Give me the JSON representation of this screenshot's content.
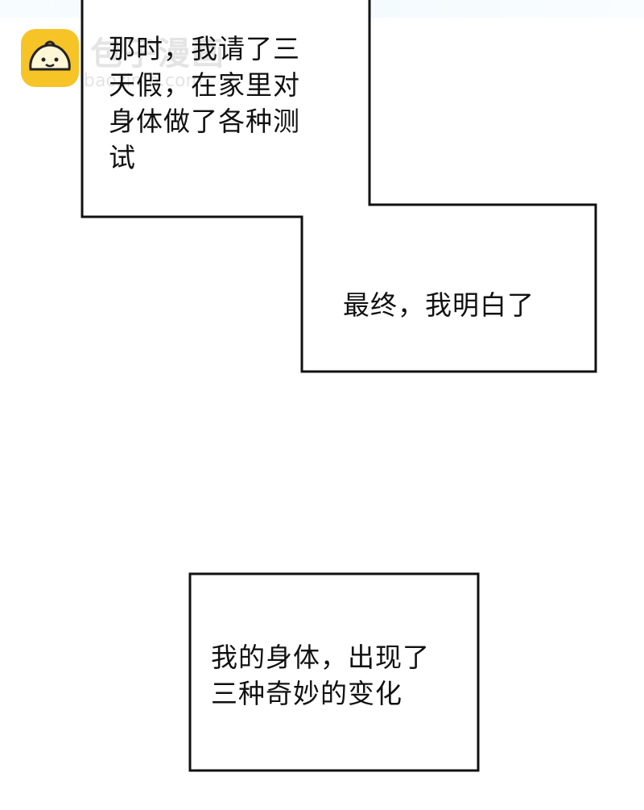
{
  "watermark": {
    "brand": "包子漫画",
    "site": "baozimh.com",
    "icon": "bun-mascot-icon"
  },
  "panels": [
    {
      "id": "panel-1",
      "text": "那时，我请了三\n天假，在家里对\n身体做了各种测\n试"
    },
    {
      "id": "panel-2",
      "text": "最终，我明白了"
    },
    {
      "id": "panel-3",
      "text": "我的身体，出现了\n三种奇妙的变化"
    }
  ],
  "colors": {
    "ink": "#111111",
    "paper": "#ffffff",
    "logo": "#f6c427"
  }
}
